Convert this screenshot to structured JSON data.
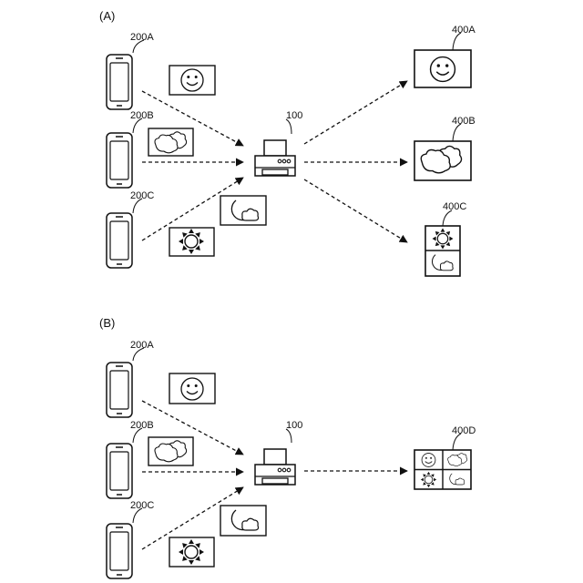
{
  "panels": [
    {
      "label": "(A)",
      "devices": [
        {
          "label": "200A",
          "image": "smiley-face-icon"
        },
        {
          "label": "200B",
          "image": "clouds-icon"
        },
        {
          "label": "200C",
          "image": "moon-and-sun-icons"
        }
      ],
      "printer": {
        "label": "100",
        "icon": "printer-icon"
      },
      "outputs": [
        {
          "label": "400A",
          "content": "smiley-face-icon"
        },
        {
          "label": "400B",
          "content": "clouds-icon"
        },
        {
          "label": "400C",
          "content": "sun-and-moon-split-icon"
        }
      ]
    },
    {
      "label": "(B)",
      "devices": [
        {
          "label": "200A",
          "image": "smiley-face-icon"
        },
        {
          "label": "200B",
          "image": "clouds-icon"
        },
        {
          "label": "200C",
          "image": "moon-and-sun-icons"
        }
      ],
      "printer": {
        "label": "100",
        "icon": "printer-icon"
      },
      "outputs": [
        {
          "label": "400D",
          "content": "four-up-combined-icon"
        }
      ]
    }
  ],
  "colors": {
    "stroke": "#111111",
    "background": "#ffffff"
  }
}
